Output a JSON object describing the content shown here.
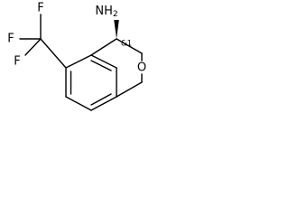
{
  "molecule": {
    "atoms": {
      "nh2": "NH",
      "nh2_sub": "2",
      "oxygen": "O",
      "f_top": "F",
      "f_left": "F",
      "f_bottom": "F"
    },
    "stereo_label": "&1"
  }
}
